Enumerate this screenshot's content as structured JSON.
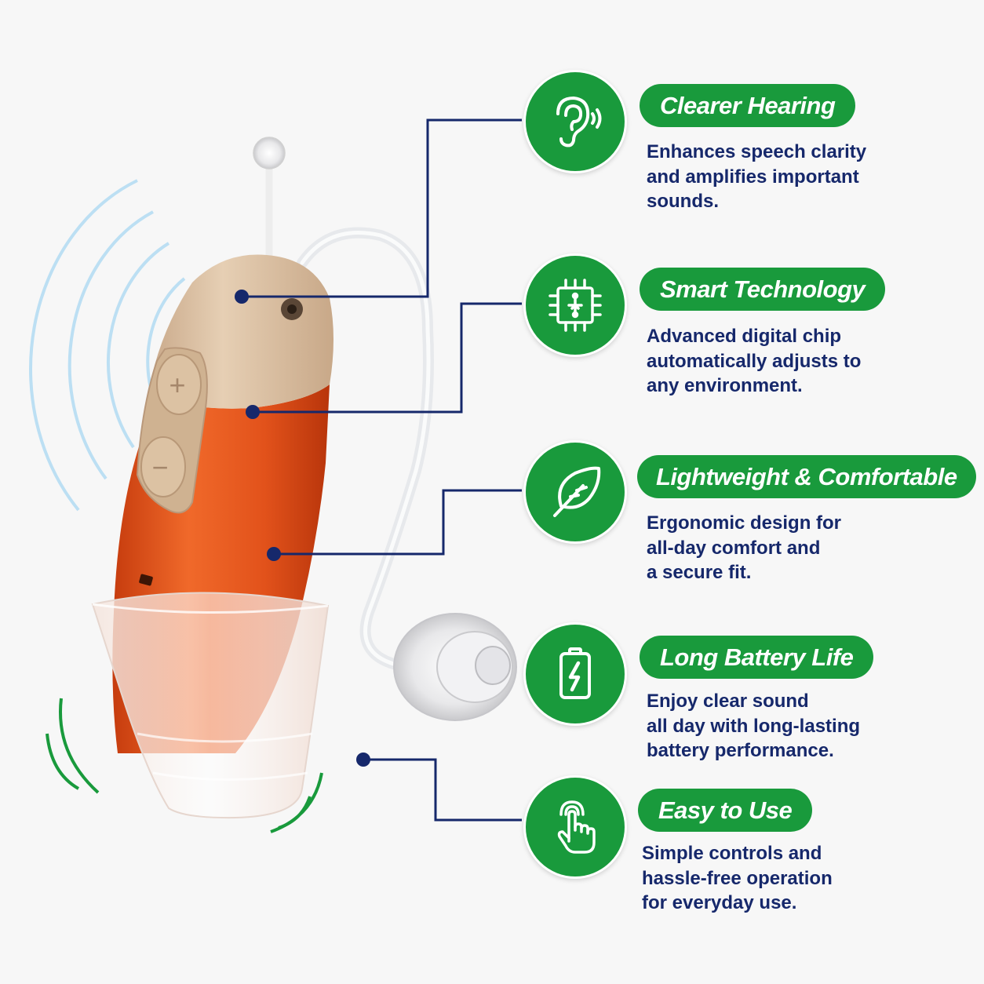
{
  "features": [
    {
      "id": "clearer-hearing",
      "icon": "ear-sound-icon",
      "title": "Clearer Hearing",
      "description_lines": [
        "Enhances speech clarity",
        "and amplifies important",
        "sounds."
      ]
    },
    {
      "id": "smart-technology",
      "icon": "chip-icon",
      "title": "Smart Technology",
      "description_lines": [
        "Advanced digital chip",
        "automatically adjusts to",
        "any environment."
      ]
    },
    {
      "id": "lightweight-comfortable",
      "icon": "feather-icon",
      "title": "Lightweight & Comfortable",
      "description_lines": [
        "Ergonomic design for",
        "all-day comfort and",
        "a secure fit."
      ]
    },
    {
      "id": "long-battery-life",
      "icon": "battery-charging-icon",
      "title": "Long Battery Life",
      "description_lines": [
        "Enjoy clear sound",
        "all day with long-lasting",
        "battery performance."
      ]
    },
    {
      "id": "easy-to-use",
      "icon": "touch-hand-icon",
      "title": "Easy to Use",
      "description_lines": [
        "Simple controls and",
        "hassle-free operation",
        "for everyday use."
      ]
    }
  ],
  "colors": {
    "green": "#199a3c",
    "navy": "#16286b",
    "device_beige": "#dcc2a3",
    "device_orange": "#e0561e",
    "background": "#f7f7f7"
  },
  "product": {
    "type": "hearing-aid",
    "buttons": [
      "+",
      "−"
    ]
  }
}
